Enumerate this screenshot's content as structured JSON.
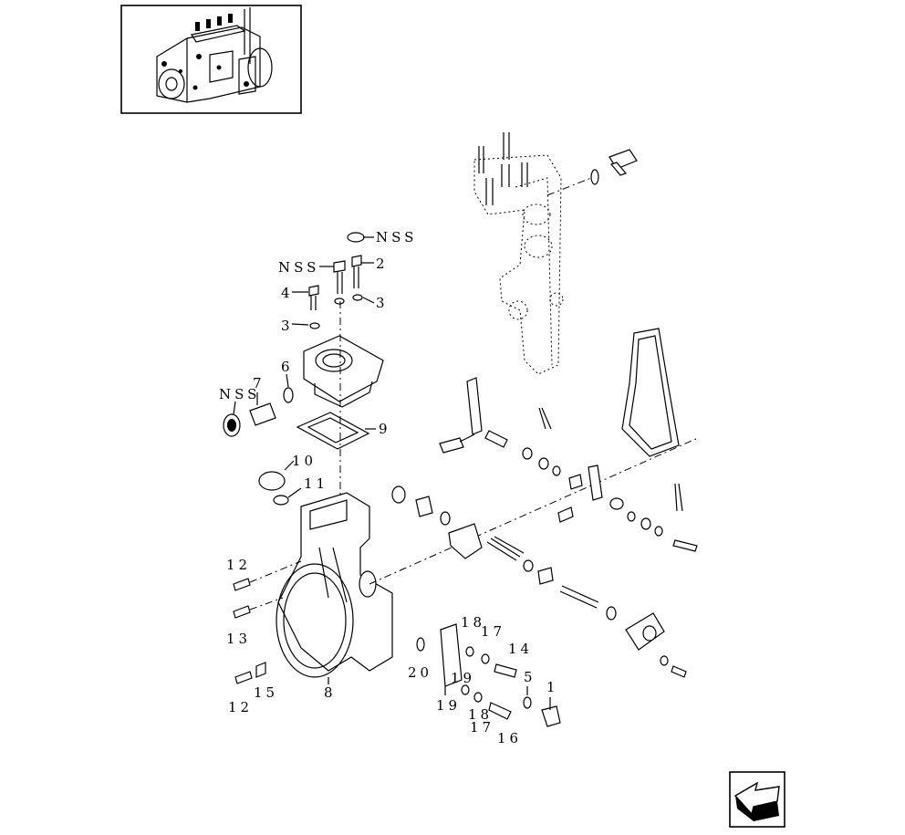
{
  "callouts": {
    "nss_a": "NSS",
    "nss_b": "NSS",
    "nss_c": "NSS",
    "n1": "1",
    "n2": "2",
    "n3a": "3",
    "n3b": "3",
    "n4": "4",
    "n5": "5",
    "n6": "6",
    "n7": "7",
    "n8": "8",
    "n9": "9",
    "n10": "10",
    "n11": "11",
    "n12a": "12",
    "n12b": "12",
    "n13": "13",
    "n14": "14",
    "n15": "15",
    "n16": "16",
    "n17a": "17",
    "n17b": "17",
    "n18a": "18",
    "n18b": "18",
    "n19a": "19",
    "n19b": "19",
    "n20": "20"
  },
  "icons": {
    "thumbnail": "injection-pump-thumbnail",
    "nav": "back-arrow-icon"
  }
}
